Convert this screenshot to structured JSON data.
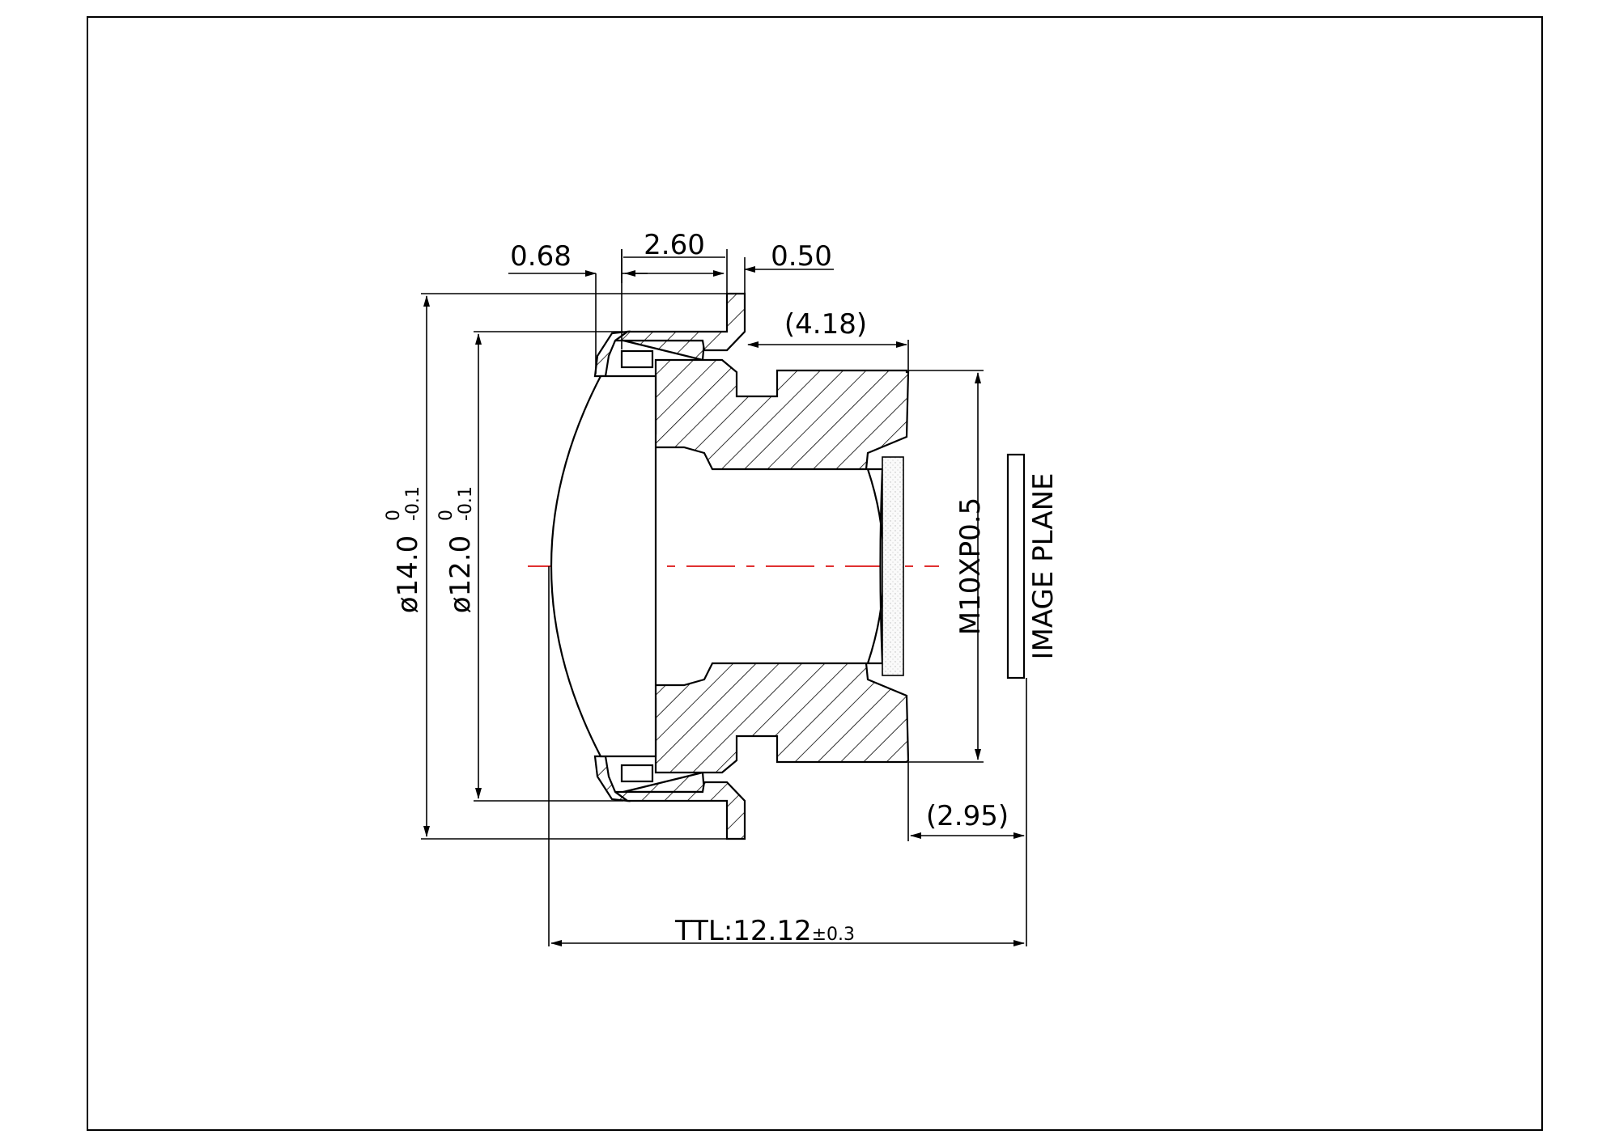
{
  "drawing": {
    "dimensions": {
      "left_offset": "0.68",
      "top_width": "2.60",
      "right_step": "0.50",
      "thread_length": "(4.18)",
      "back_focal": "(2.95)",
      "ttl_label": "TTL:12.12",
      "ttl_tol": "±0.3",
      "outer_dia": "ø14.0",
      "outer_dia_upper": "0",
      "outer_dia_lower": "-0.1",
      "inner_dia": "ø12.0",
      "inner_dia_upper": "0",
      "inner_dia_lower": "-0.1",
      "thread_spec": "M10XP0.5",
      "image_plane": "IMAGE PLANE"
    },
    "colors": {
      "line": "#000000",
      "optical_axis": "#e03030",
      "background": "#ffffff"
    }
  }
}
